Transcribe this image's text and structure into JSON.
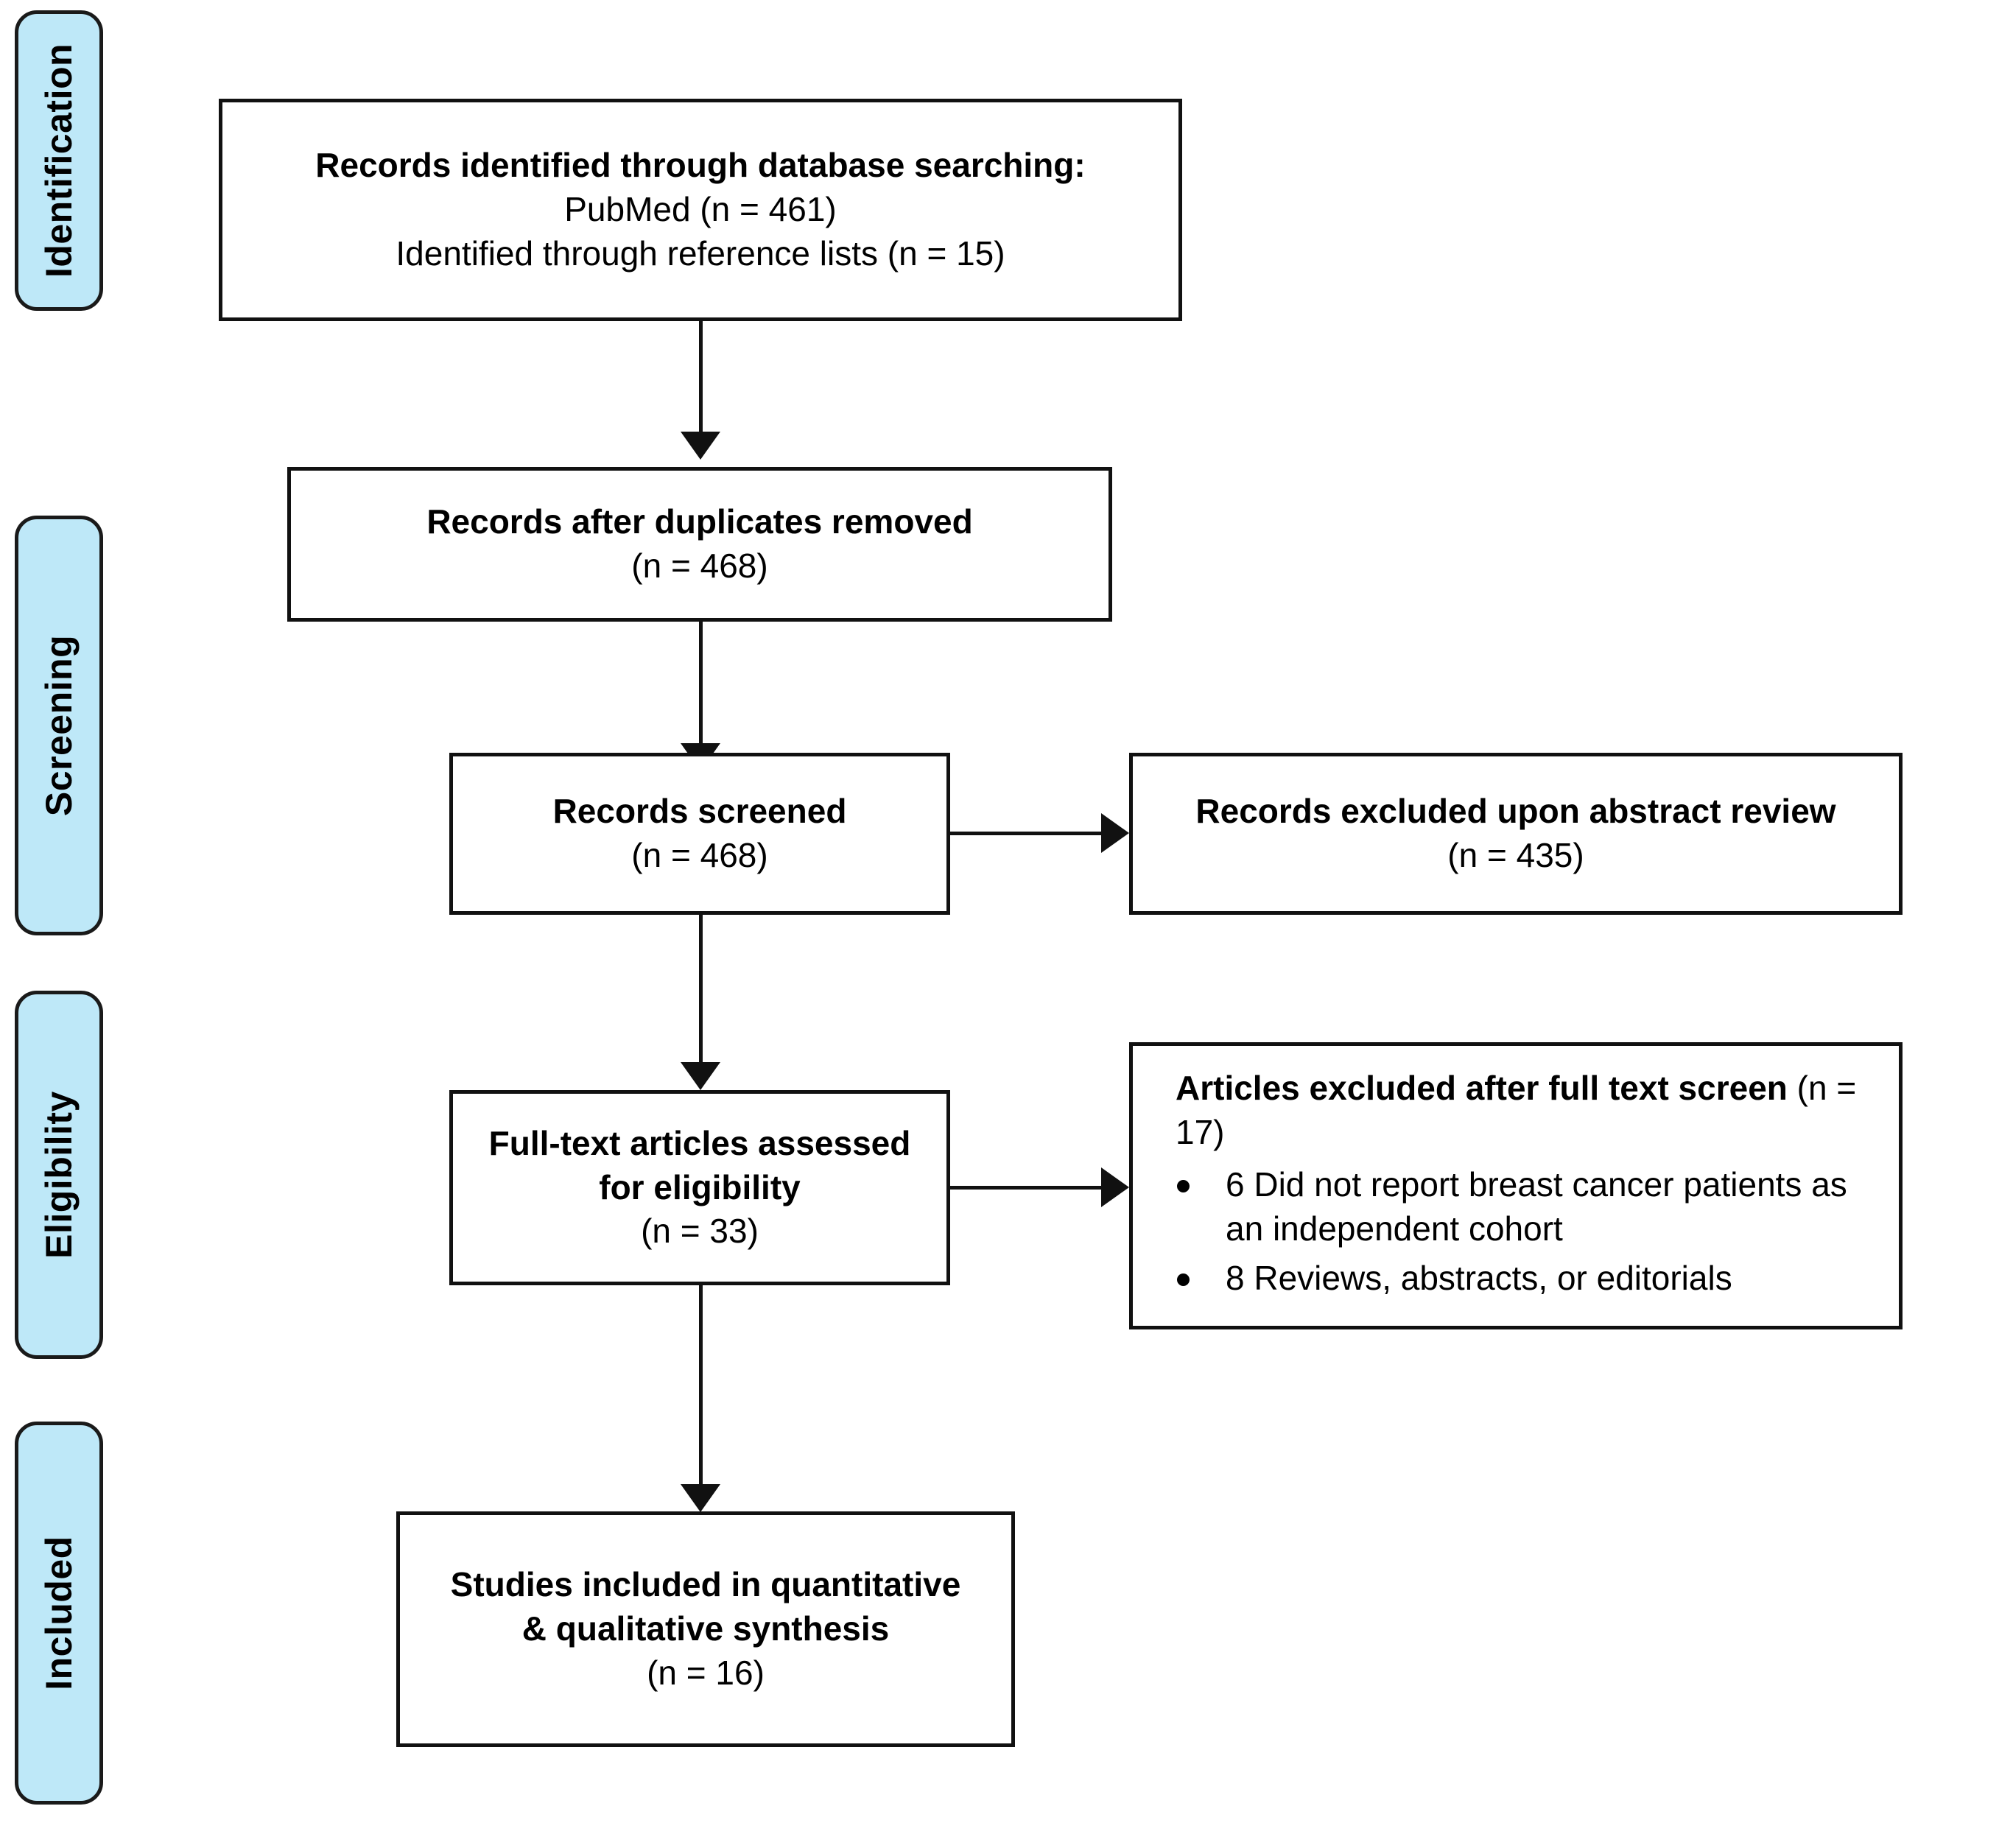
{
  "diagram": {
    "title": "PRISMA study selection flow diagram",
    "accent_color": "#BEE8F8",
    "line_color": "#111111",
    "background": "#ffffff"
  },
  "stages": [
    {
      "id": "identification",
      "label": "Identification"
    },
    {
      "id": "screening",
      "label": "Screening"
    },
    {
      "id": "eligibility",
      "label": "Eligibility"
    },
    {
      "id": "included",
      "label": "Included"
    }
  ],
  "boxes": {
    "identified": {
      "line1": "Records identified through database searching:",
      "line2": "PubMed (n = 461)",
      "line3": "Identified through reference lists (n = 15)"
    },
    "duplicates_removed": {
      "line1": "Records after duplicates removed",
      "line2": "(n = 468)"
    },
    "screened": {
      "line1": "Records screened",
      "line2": "(n = 468)"
    },
    "excluded_abstract": {
      "line1": "Records excluded upon abstract review",
      "line2": "(n = 435)"
    },
    "full_text_assessed": {
      "line1": "Full-text articles assessed",
      "line2": "for eligibility",
      "line3": "(n = 33)"
    },
    "excluded_full_text": {
      "title_bold": "Articles excluded after full text screen",
      "title_count": "(n = 17)",
      "items": [
        "6 Did not report breast cancer patients as an independent cohort",
        "8 Reviews, abstracts, or editorials"
      ]
    },
    "included_studies": {
      "line1": "Studies included in quantitative",
      "line2": "& qualitative synthesis",
      "line3": "(n = 16)"
    }
  },
  "chart_data": {
    "type": "diagram",
    "title": "PRISMA flow diagram",
    "nodes": [
      {
        "id": "identified",
        "stage": "Identification",
        "label": "Records identified through database searching",
        "counts": {
          "PubMed": 461,
          "reference_lists": 15
        }
      },
      {
        "id": "duplicates_removed",
        "stage": "Screening",
        "label": "Records after duplicates removed",
        "n": 468
      },
      {
        "id": "screened",
        "stage": "Screening",
        "label": "Records screened",
        "n": 468
      },
      {
        "id": "excluded_abstract",
        "stage": "Screening",
        "label": "Records excluded upon abstract review",
        "n": 435
      },
      {
        "id": "full_text_assessed",
        "stage": "Eligibility",
        "label": "Full-text articles assessed for eligibility",
        "n": 33
      },
      {
        "id": "excluded_full_text",
        "stage": "Eligibility",
        "label": "Articles excluded after full text screen",
        "n": 17,
        "reasons": [
          {
            "n": 6,
            "reason": "Did not report breast cancer patients as an independent cohort"
          },
          {
            "n": 8,
            "reason": "Reviews, abstracts, or editorials"
          }
        ]
      },
      {
        "id": "included_studies",
        "stage": "Included",
        "label": "Studies included in quantitative & qualitative synthesis",
        "n": 16
      }
    ],
    "edges": [
      {
        "from": "identified",
        "to": "duplicates_removed",
        "direction": "down"
      },
      {
        "from": "duplicates_removed",
        "to": "screened",
        "direction": "down"
      },
      {
        "from": "screened",
        "to": "excluded_abstract",
        "direction": "right"
      },
      {
        "from": "screened",
        "to": "full_text_assessed",
        "direction": "down"
      },
      {
        "from": "full_text_assessed",
        "to": "excluded_full_text",
        "direction": "right"
      },
      {
        "from": "full_text_assessed",
        "to": "included_studies",
        "direction": "down"
      }
    ]
  }
}
